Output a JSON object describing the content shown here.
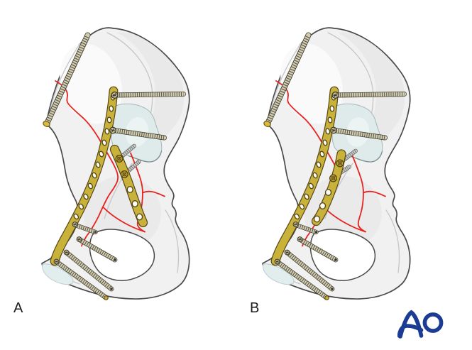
{
  "figure": {
    "type": "medical-illustration",
    "panels": [
      {
        "label": "A",
        "alt": "Hemipelvis with plate and screw fixation, spring plate angled across posterior column"
      },
      {
        "label": "B",
        "alt": "Hemipelvis with plate and screw fixation, spring plate parallel to reconstruction plate"
      }
    ],
    "logo": {
      "text": "AO"
    },
    "colors": {
      "bone_fill": "#f1f1f1",
      "bone_outline": "#4a4a4a",
      "bone_shadow": "#e7e7e7",
      "bone_highlight": "#fafafa",
      "detail_line": "#c6c6c6",
      "cartilage_fill": "#dfeaea",
      "cartilage_edge": "#a3b8b8",
      "fracture_red": "#e8231f",
      "plate_gold": "#c9b23a",
      "plate_dark": "#57471a",
      "plate_hole": "#fcfcf2",
      "screw_light": "#d2cdb2",
      "screw_dark": "#3a3728",
      "steel_light": "#c9c9c9",
      "steel_dark": "#54544e",
      "gold_head": "#c2a537",
      "logo_blue": "#1c3c94",
      "label_color": "#1c1c1c",
      "background": "#ffffff"
    }
  }
}
